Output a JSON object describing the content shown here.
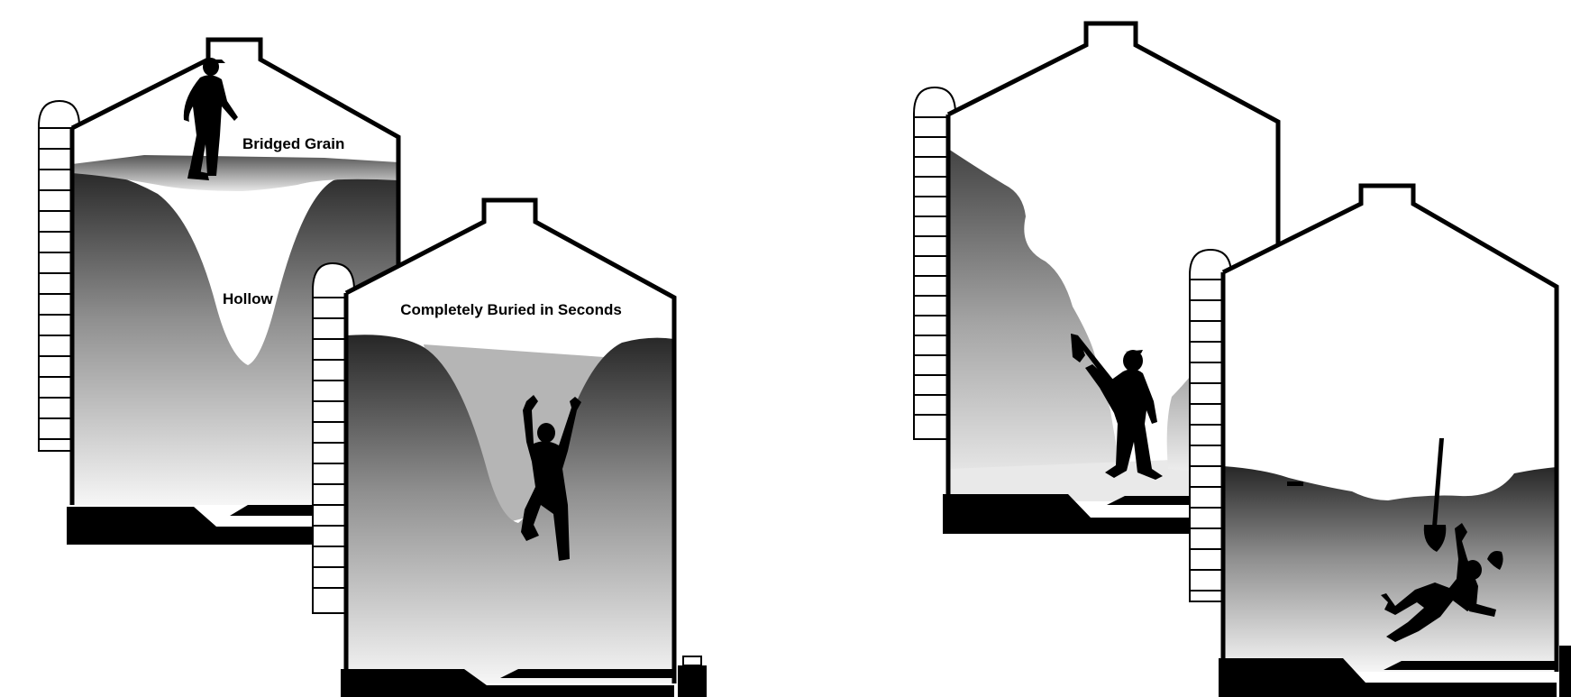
{
  "labels": {
    "bridged_grain": "Bridged Grain",
    "hollow": "Hollow",
    "completely_buried": "Completely Buried in Seconds"
  },
  "colors": {
    "outline": "#000000",
    "grain_dark": "#2b2b2b",
    "grain_mid": "#9a9a9a",
    "grain_light": "#f4f4f4",
    "background": "#ffffff"
  },
  "scenes": [
    {
      "name": "bridged-grain-hazard",
      "figure": "person-walking-on-crust"
    },
    {
      "name": "buried-in-grain-hazard",
      "figure": "person-sinking-arms-up"
    },
    {
      "name": "grain-wall-collapse-hazard",
      "figure": "person-with-shovel"
    },
    {
      "name": "avalanche-engulfment-hazard",
      "figure": "person-falling"
    }
  ]
}
